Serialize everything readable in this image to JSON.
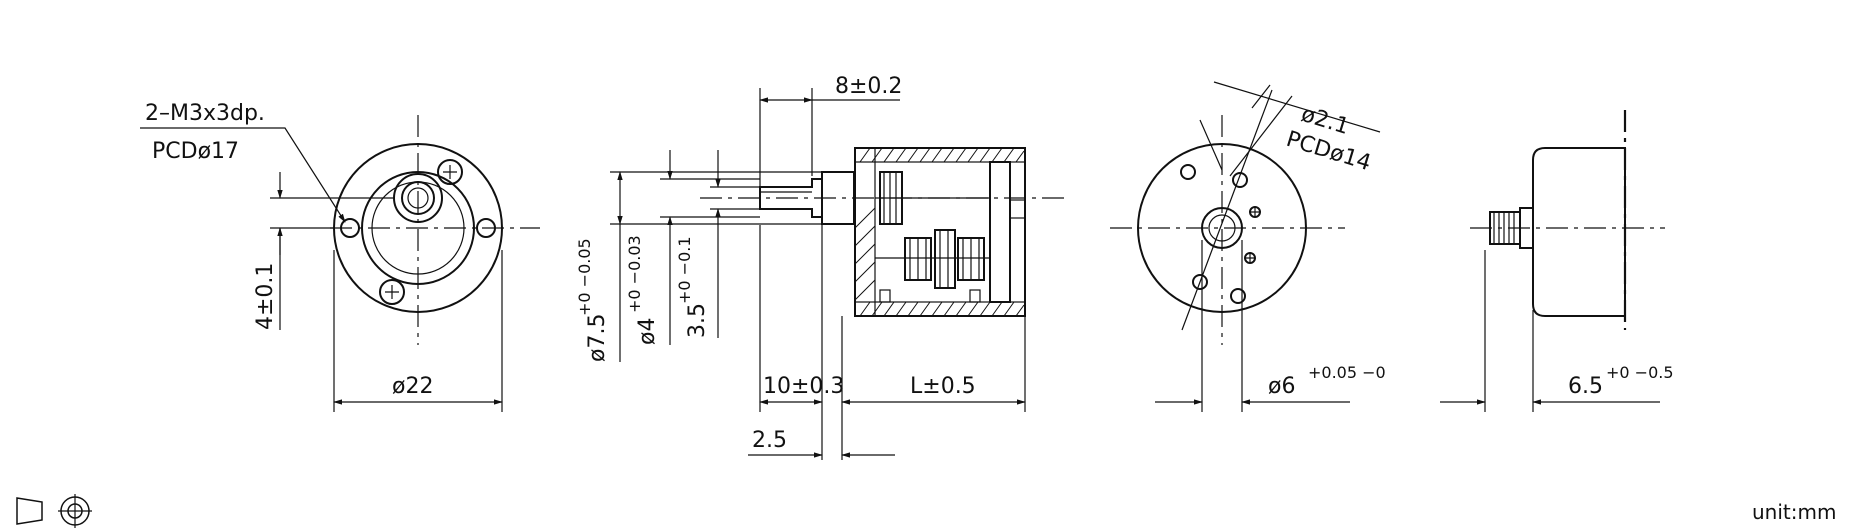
{
  "front_view": {
    "callout_line1": "2–M3x3dp.",
    "callout_line2": "PCDø17",
    "dim_diameter": "ø22",
    "dim_offset": "4±0.1"
  },
  "side_view": {
    "dim_shaft_length": "8±0.2",
    "dim_flange_dia": "ø7.5",
    "dim_flange_dia_tol": "+0 −0.05",
    "dim_shaft_dia": "ø4",
    "dim_shaft_dia_tol": "+0 −0.03",
    "dim_flat": "3.5",
    "dim_flat_tol": "+0 −0.1",
    "dim_boss": "10±0.3",
    "dim_body_length": "L±0.5",
    "dim_step": "2.5"
  },
  "rear_view": {
    "dim_hole": "ø2.1",
    "dim_pcd": "PCDø14",
    "dim_hub": "ø6",
    "dim_hub_tol": "+0.05 −0"
  },
  "end_view": {
    "dim_depth": "6.5",
    "dim_depth_tol": "+0 −0.5"
  },
  "footer": {
    "unit_label": "unit:mm",
    "projection_symbol": "first-angle-projection-icon"
  }
}
